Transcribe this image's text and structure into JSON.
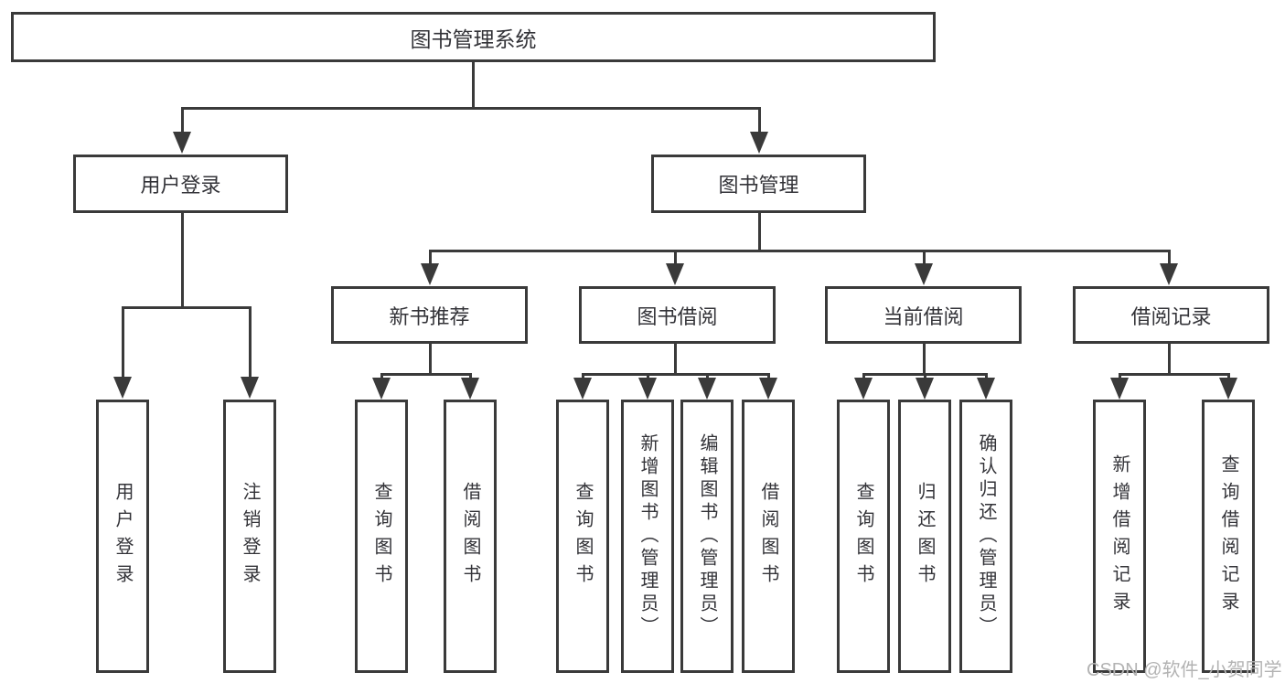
{
  "diagram": {
    "nodes": {
      "root": "图书管理系统",
      "user_login": "用户登录",
      "book_mgmt": "图书管理",
      "new_book_rec": "新书推荐",
      "book_borrow": "图书借阅",
      "current_borrow": "当前借阅",
      "borrow_record": "借阅记录",
      "leaf_user_login": "用户登录",
      "leaf_logout": "注销登录",
      "leaf_query_book_rec": "查询图书",
      "leaf_borrow_book_rec": "借阅图书",
      "leaf_query_book_borrow": "查询图书",
      "leaf_add_book": "新增图书（管理员）",
      "leaf_edit_book": "编辑图书（管理员）",
      "leaf_borrow_book_borrow": "借阅图书",
      "leaf_query_book_current": "查询图书",
      "leaf_return_book": "归还图书",
      "leaf_confirm_return": "确认归还（管理员）",
      "leaf_add_borrow_record": "新增借阅记录",
      "leaf_query_borrow_record": "查询借阅记录"
    }
  },
  "watermark": "CSDN @软件_小贺同学",
  "colors": {
    "line": "#3a3a3a",
    "text": "#333338",
    "watermark": "#b3b3b3",
    "background": "#ffffff"
  }
}
